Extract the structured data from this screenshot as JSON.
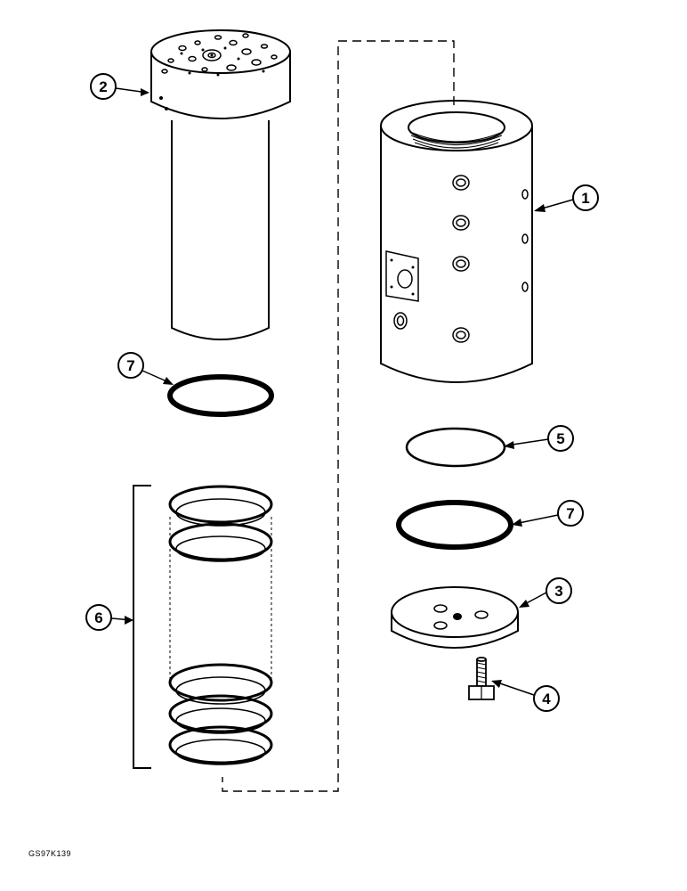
{
  "callouts": {
    "c1": "1",
    "c2": "2",
    "c3": "3",
    "c4": "4",
    "c5": "5",
    "c6": "6",
    "c7a": "7",
    "c7b": "7"
  },
  "figure_code": "GS97K139",
  "colors": {
    "line": "#000000",
    "background": "#ffffff"
  }
}
